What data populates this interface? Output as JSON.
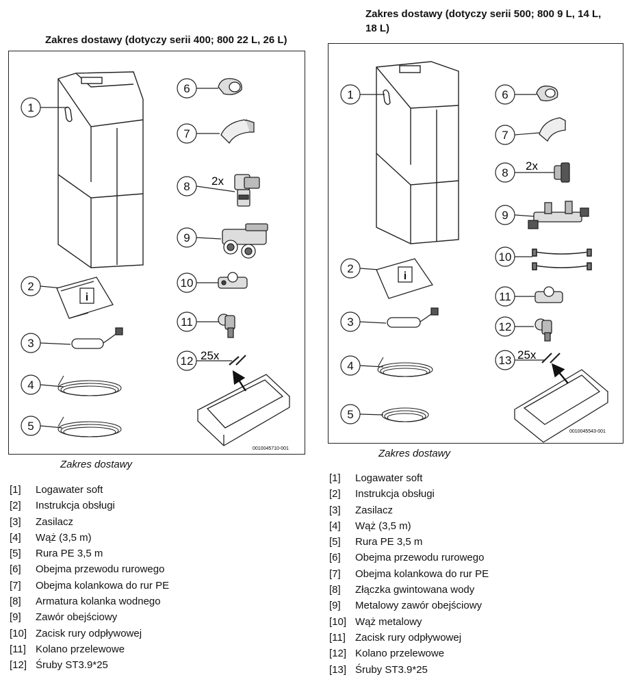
{
  "left": {
    "heading": "Zakres dostawy (dotyczy serii 400; 800 22 L, 26 L)",
    "caption": "Zakres dostawy",
    "figure_code": "0010045710-001",
    "callouts": [
      "1",
      "2",
      "3",
      "4",
      "5",
      "6",
      "7",
      "8",
      "9",
      "10",
      "11",
      "12"
    ],
    "qty_8": "2x",
    "qty_12": "25x",
    "legend": [
      {
        "num": "[1]",
        "text": "Logawater soft"
      },
      {
        "num": "[2]",
        "text": "Instrukcja obsługi"
      },
      {
        "num": "[3]",
        "text": "Zasilacz"
      },
      {
        "num": "[4]",
        "text": "Wąż (3,5 m)"
      },
      {
        "num": "[5]",
        "text": "Rura PE 3,5 m"
      },
      {
        "num": "[6]",
        "text": "Obejma przewodu rurowego"
      },
      {
        "num": "[7]",
        "text": "Obejma kolankowa do rur PE"
      },
      {
        "num": "[8]",
        "text": "Armatura kolanka wodnego"
      },
      {
        "num": "[9]",
        "text": "Zawór obejściowy"
      },
      {
        "num": "[10]",
        "text": "Zacisk rury odpływowej"
      },
      {
        "num": "[11]",
        "text": "Kolano przelewowe"
      },
      {
        "num": "[12]",
        "text": "Śruby ST3.9*25"
      }
    ]
  },
  "right": {
    "heading_line1": "Zakres dostawy (dotyczy serii 500; 800 9 L, 14 L,",
    "heading_line2": "18 L)",
    "caption": "Zakres dostawy",
    "figure_code": "0010045543-001",
    "callouts": [
      "1",
      "2",
      "3",
      "4",
      "5",
      "6",
      "7",
      "8",
      "9",
      "10",
      "11",
      "12",
      "13"
    ],
    "qty_8": "2x",
    "qty_13": "25x",
    "legend": [
      {
        "num": "[1]",
        "text": "Logawater soft"
      },
      {
        "num": "[2]",
        "text": "Instrukcja obsługi"
      },
      {
        "num": "[3]",
        "text": "Zasilacz"
      },
      {
        "num": "[4]",
        "text": "Wąż (3,5 m)"
      },
      {
        "num": "[5]",
        "text": "Rura PE 3,5 m"
      },
      {
        "num": "[6]",
        "text": "Obejma przewodu rurowego"
      },
      {
        "num": "[7]",
        "text": "Obejma kolankowa do rur PE"
      },
      {
        "num": "[8]",
        "text": "Złączka gwintowana wody"
      },
      {
        "num": "[9]",
        "text": "Metalowy zawór obejściowy"
      },
      {
        "num": "[10]",
        "text": "Wąż metalowy"
      },
      {
        "num": "[11]",
        "text": "Zacisk rury odpływowej"
      },
      {
        "num": "[12]",
        "text": "Kolano przelewowe"
      },
      {
        "num": "[13]",
        "text": "Śruby ST3.9*25"
      }
    ]
  },
  "icon": "info-icon"
}
